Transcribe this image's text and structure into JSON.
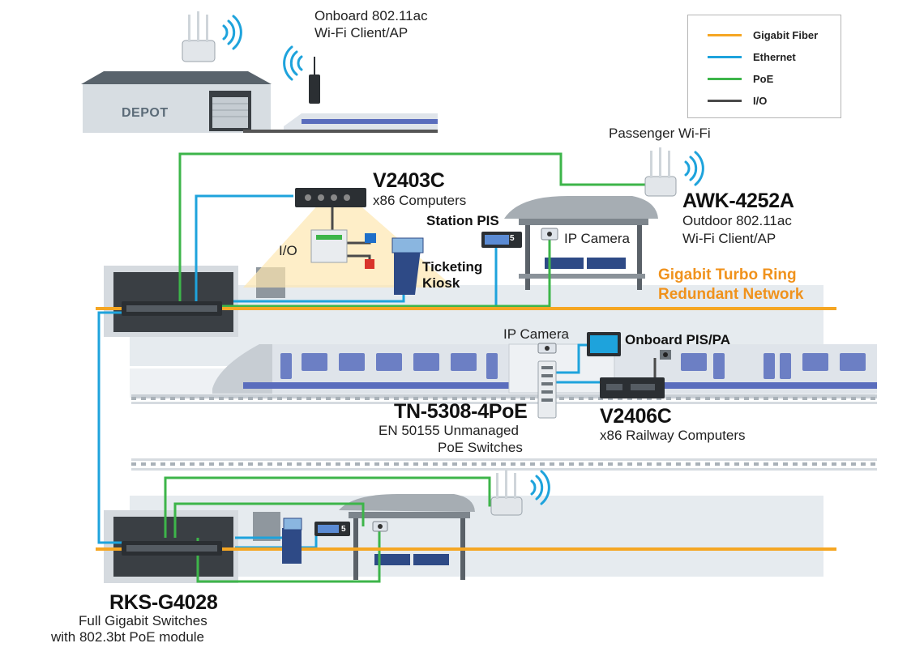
{
  "colors": {
    "fiber": "#f5a623",
    "ethernet": "#1ea3dc",
    "poe": "#3db54a",
    "io": "#4a4a4a",
    "accent_orange": "#f0921c",
    "platform": "#e3e8ec",
    "device_dark": "#2b2f33"
  },
  "legend": {
    "items": [
      {
        "label": "Gigabit Fiber",
        "color": "#f5a623"
      },
      {
        "label": "Ethernet",
        "color": "#1ea3dc"
      },
      {
        "label": "PoE",
        "color": "#3db54a"
      },
      {
        "label": "I/O",
        "color": "#4a4a4a"
      }
    ]
  },
  "depot": {
    "label": "DEPOT",
    "wifi_line1": "Onboard 802.11ac",
    "wifi_line2": "Wi-Fi Client/AP"
  },
  "labels": {
    "v2403c_name": "V2403C",
    "v2403c_desc": "x86 Computers",
    "io": "I/O",
    "station_pis": "Station PIS",
    "ticketing_line1": "Ticketing",
    "ticketing_line2": "Kiosk",
    "ip_camera_station": "IP Camera",
    "passenger_wifi": "Passenger Wi-Fi",
    "awk_name": "AWK-4252A",
    "awk_desc1": "Outdoor 802.11ac",
    "awk_desc2": "Wi-Fi Client/AP",
    "ring_line1": "Gigabit Turbo Ring",
    "ring_line2": "Redundant Network",
    "ip_camera_train": "IP Camera",
    "onboard_pis": "Onboard PIS/PA",
    "tn_name": "TN-5308-4PoE",
    "tn_desc1": "EN 50155 Unmanaged",
    "tn_desc2": "PoE Switches",
    "v2406c_name": "V2406C",
    "v2406c_desc": "x86 Railway Computers",
    "rks_name": "RKS-G4028",
    "rks_desc1": "Full Gigabit Switches",
    "rks_desc2": "with 802.3bt PoE module",
    "pis_number": "5"
  }
}
